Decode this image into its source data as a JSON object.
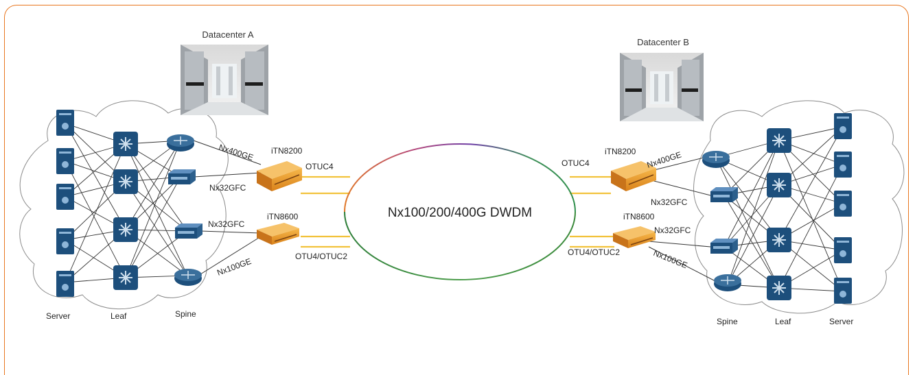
{
  "datacenters": {
    "a": {
      "label": "Datacenter A"
    },
    "b": {
      "label": "Datacenter B"
    }
  },
  "network": {
    "label": "Nx100/200/400G DWDM"
  },
  "tiers": {
    "left": {
      "server": "Server",
      "leaf": "Leaf",
      "spine": "Spine"
    },
    "right": {
      "server": "Server",
      "leaf": "Leaf",
      "spine": "Spine"
    }
  },
  "devices": {
    "left_top": {
      "model": "iTN8200",
      "client_top": "Nx400GE",
      "client_bottom": "Nx32GFC",
      "line": "OTUC4"
    },
    "left_bottom": {
      "model": "iTN8600",
      "client_top": "Nx32GFC",
      "client_bottom": "Nx100GE",
      "line": "OTU4/OTUC2"
    },
    "right_top": {
      "model": "iTN8200",
      "client_top": "Nx400GE",
      "client_bottom": "Nx32GFC",
      "line": "OTUC4"
    },
    "right_bottom": {
      "model": "iTN8600",
      "client_top": "Nx32GFC",
      "client_bottom": "Nx100GE",
      "line": "OTU4/OTUC2"
    }
  },
  "colors": {
    "frame": "#e8761e",
    "device": "#f0a030",
    "link": "#f2c23a",
    "node": "#1d4f7c",
    "ring": [
      "#4b9c4a",
      "#e0782a",
      "#7a3c9e",
      "#2f8f4c"
    ]
  }
}
